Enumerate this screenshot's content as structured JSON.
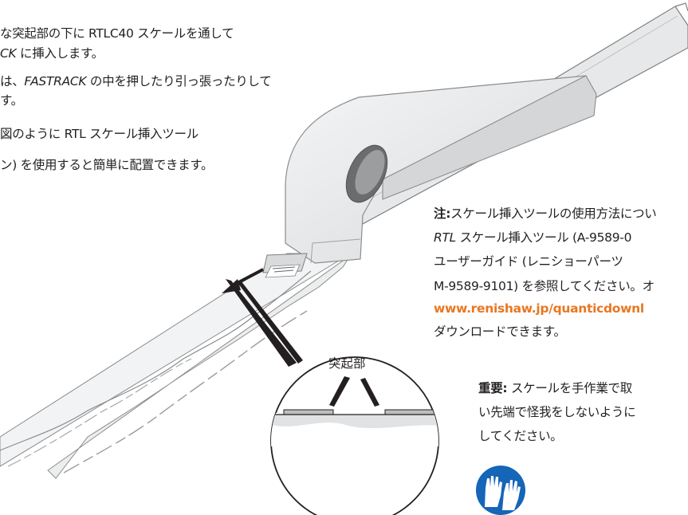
{
  "instructions": {
    "line1": "な突起部の下に RTLC40 スケールを通して",
    "line2_italic": "CK",
    "line2_rest": " に挿入します。",
    "line3_prefix": "は、",
    "line3_italic": "FASTRACK",
    "line3_rest": " の中を押したり引っ張ったりして",
    "line4": "す。",
    "line5": "図のように RTL スケール挿入ツール",
    "line6": "ン) を使用すると簡単に配置できます。"
  },
  "note": {
    "label_bold": "注:",
    "line1_rest": "スケール挿入ツールの使用方法につい",
    "line2_italic": "RTL",
    "line2_rest": " スケール挿入ツール (A-9589-0",
    "line3": "ユーザーガイド (レニショーパーツ",
    "line4": "M-9589-9101) を参照してください。オ",
    "line5_link": "www.renishaw.jp/quanticdownl",
    "line6": "ダウンロードできます。"
  },
  "important": {
    "label_bold": "重要:",
    "line1_rest": " スケールを手作業で取",
    "line2": "い先端で怪我をしないように",
    "line3": "してください。"
  },
  "callout": {
    "label": "突起部"
  },
  "icons": {
    "arrow": "left-down-arrow-icon",
    "safety": "wear-gloves-icon"
  },
  "colors": {
    "text": "#231f20",
    "link": "#e87722",
    "safety_blue": "#1565b8"
  }
}
